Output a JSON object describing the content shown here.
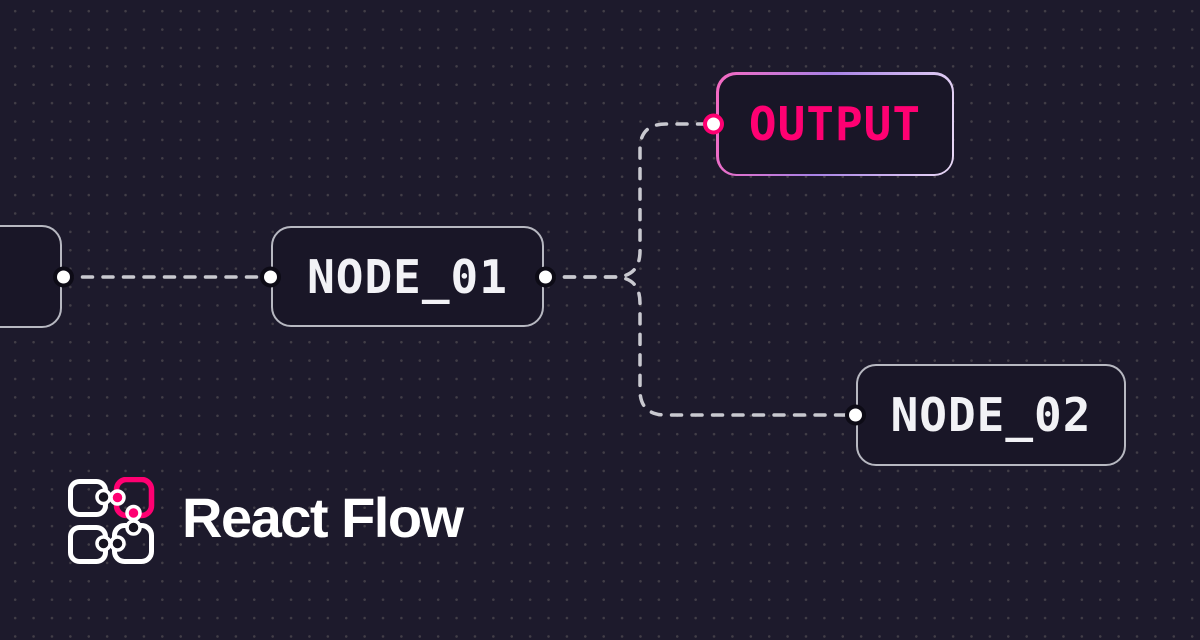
{
  "canvas": {
    "background_color": "#1d1a2c",
    "dot_color": "#423e47"
  },
  "nodes": [
    {
      "id": "input-partial",
      "label": "",
      "variant": "default"
    },
    {
      "id": "node-01",
      "label": "NODE_01",
      "variant": "default"
    },
    {
      "id": "output",
      "label": "OUTPUT",
      "variant": "accent"
    },
    {
      "id": "node-02",
      "label": "NODE_02",
      "variant": "default"
    }
  ],
  "edges": [
    {
      "from": "input-partial",
      "to": "node-01",
      "style": "dashed"
    },
    {
      "from": "node-01",
      "to": "output",
      "style": "dashed"
    },
    {
      "from": "node-01",
      "to": "node-02",
      "style": "dashed"
    }
  ],
  "branding": {
    "name": "React Flow"
  },
  "colors": {
    "accent_pink": "#ff0072",
    "node_border": "#b7b8c1",
    "node_text": "#f2f2f6",
    "edge": "#c9c9d0",
    "handle_ring": "#0d0b16",
    "output_border_gradient": [
      "#f769c2",
      "#a882e6",
      "#e9d9f6"
    ]
  }
}
